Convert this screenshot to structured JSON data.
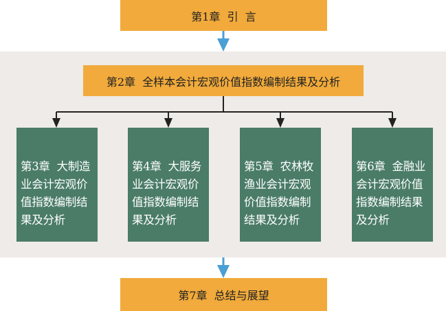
{
  "chapter1": "第1章  引  言",
  "chapter2": "第2章  全样本会计宏观价值指数编制结果及分析",
  "sub_chapters": [
    {
      "lines": [
        "第3章  大制造",
        "业会计宏观价",
        "值指数编制结",
        "果及分析"
      ]
    },
    {
      "lines": [
        "第4章  大服务",
        "业会计宏观价",
        "值指数编制结",
        "果及分析"
      ]
    },
    {
      "lines": [
        "第5章  农林牧",
        "渔业会计宏观",
        "价值指数编制",
        "结果及分析"
      ]
    },
    {
      "lines": [
        "第6章  金融业",
        "会计宏观价值",
        "指数编制结果",
        "及分析"
      ]
    }
  ],
  "chapter7": "第7章  总结与展望",
  "colors": {
    "orange": "#f1aa3b",
    "green": "#4a7c68",
    "band": "#eeebe8",
    "arrow": "#4a9fd4"
  }
}
